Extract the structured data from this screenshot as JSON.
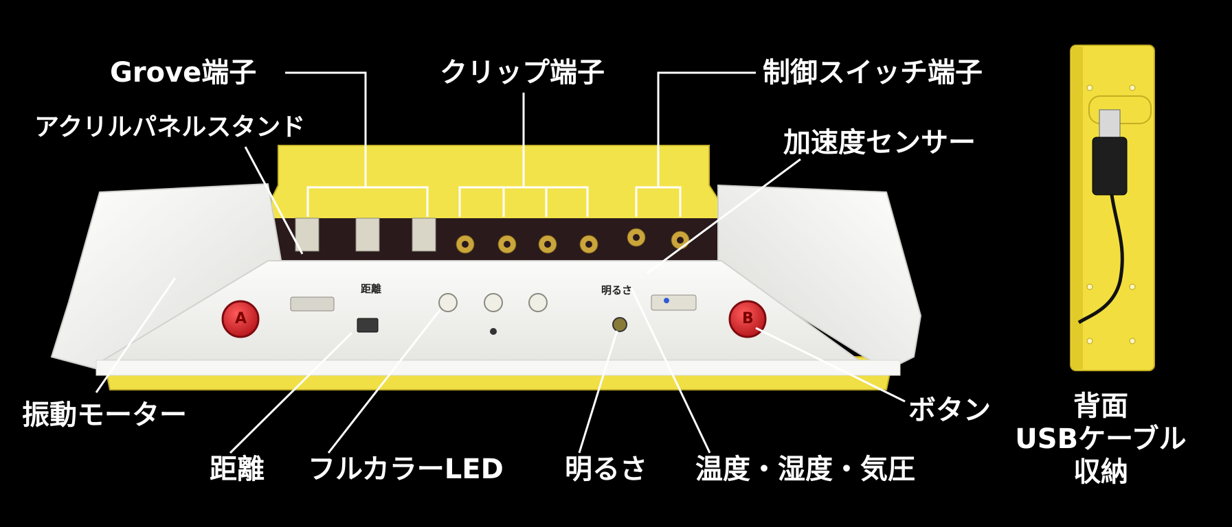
{
  "labels": {
    "grove": "Grove端子",
    "clip": "クリップ端子",
    "control_switch": "制御スイッチ端子",
    "acrylic_stand": "アクリルパネルスタンド",
    "accelerometer": "加速度センサー",
    "vibration_motor": "振動モーター",
    "button": "ボタン",
    "distance": "距離",
    "full_color_led": "フルカラーLED",
    "brightness": "明るさ",
    "temp_humidity_pressure": "温度・湿度・気圧"
  },
  "rear": {
    "line1": "背面",
    "line2": "USBケーブル",
    "line3": "収納"
  },
  "panel": {
    "distance_print": "距離",
    "brightness_print": "明るさ",
    "button_a": "A",
    "button_b": "B"
  },
  "colors": {
    "background": "#000000",
    "case_yellow": "#f3e34a",
    "case_white": "#f4f4f2",
    "board": "#2a1a1c",
    "button_red": "#d8262a",
    "leader_line": "#ffffff"
  }
}
